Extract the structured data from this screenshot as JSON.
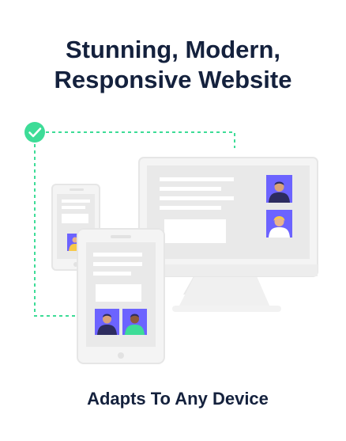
{
  "headline": {
    "line1": "Stunning, Modern,",
    "line2": "Responsive Website"
  },
  "caption": "Adapts To Any Device",
  "colors": {
    "text": "#14213d",
    "accent_green": "#3ddc97",
    "avatar_bg": "#6c63ff",
    "device_frame": "#f2f2f2",
    "device_border": "#e6e6e6",
    "placeholder": "#e2e2e2"
  },
  "icons": [
    "check-circle-icon",
    "user-avatar-icon"
  ]
}
